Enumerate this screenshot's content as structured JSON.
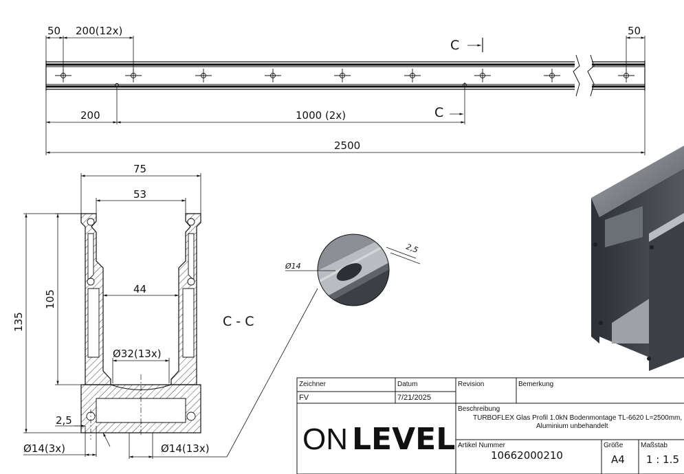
{
  "top_view": {
    "dim_left_end": "50",
    "dim_pitch": "200(12x)",
    "dim_right_end": "50",
    "section_marker_top": "C",
    "section_marker_bottom": "C",
    "dim_first_slot": "200",
    "dim_slot_pitch": "1000 (2x)",
    "dim_total_length": "2500"
  },
  "section_view": {
    "dim_outer_width": "75",
    "dim_inner_top_width": "53",
    "dim_inner_bottom_width": "44",
    "dim_total_height": "135",
    "dim_inner_height": "105",
    "dim_hole_large": "Ø32(13x)",
    "dim_wall": "2,5",
    "dim_hole_small_left": "Ø14(3x)",
    "dim_hole_small_right": "Ø14(13x)",
    "section_title": "C - C"
  },
  "detail_view": {
    "dim_hole": "Ø14",
    "dim_thickness": "2,5"
  },
  "title_block": {
    "label_drawer": "Zeichner",
    "value_drawer": "FV",
    "label_date": "Datum",
    "value_date": "7/21/2025",
    "label_revision": "Revision",
    "label_remark": "Bemerkung",
    "label_description": "Beschreibung",
    "description_line1": "TURBOFLEX Glas Profil 1.0kN Bodenmontage TL-6620 L=2500mm,",
    "description_line2": "Aluminium unbehandelt",
    "label_article": "Artikel Nummer",
    "value_article": "10662000210",
    "label_size": "Größe",
    "value_size": "A4",
    "label_scale": "Maßstab",
    "value_scale": "1 : 1.5",
    "logo_part1": "ON",
    "logo_part2": "LEVEL"
  },
  "colors": {
    "line": "#111111",
    "profile_dark": "#3c3f44",
    "profile_mid": "#6b6f76",
    "profile_light": "#b9bcc1"
  }
}
